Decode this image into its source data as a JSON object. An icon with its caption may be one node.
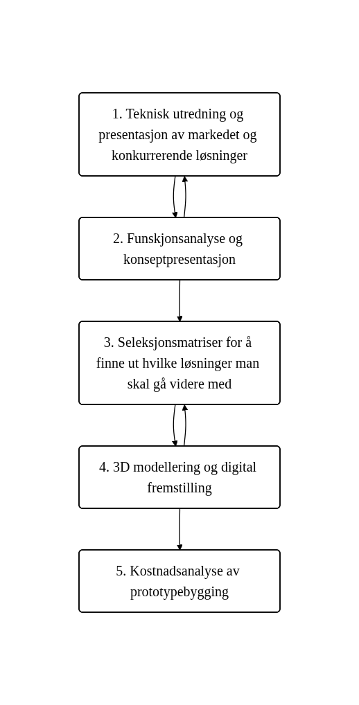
{
  "diagram": {
    "nodes": [
      {
        "text": [
          "1. Teknisk utredning og presentasjon av markedet og konkurrerende løsninger"
        ]
      },
      {
        "text": [
          "2. Funskjonsanalyse og konseptpresentasjon"
        ]
      },
      {
        "text": [
          "3. Seleksjonsmatriser for å finne ut hvilke løsninger man skal gå videre med"
        ]
      },
      {
        "text": [
          "4. 3D modellering og digital fremstilling"
        ]
      },
      {
        "text": [
          "5. Kostnadsanalyse av prototypebygging"
        ]
      }
    ],
    "edges": [
      {
        "from": 0,
        "to": 1,
        "arrow": "to"
      },
      {
        "from": 1,
        "to": 2,
        "arrow": "to"
      },
      {
        "from": 2,
        "to": 3,
        "arrow": "to"
      },
      {
        "from": 3,
        "to": 4,
        "arrow": "to"
      },
      {
        "from": 1,
        "to": 0,
        "arrow": "to"
      },
      {
        "from": 3,
        "to": 2,
        "arrow": "to"
      }
    ]
  }
}
